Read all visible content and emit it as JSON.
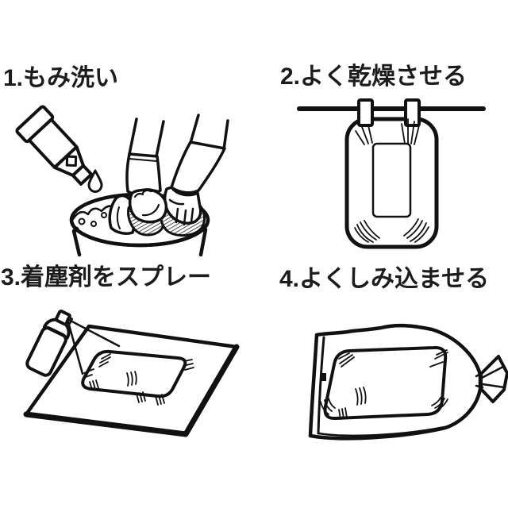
{
  "canvas": {
    "background": "#ffffff",
    "line_color": "#111111",
    "text_color": "#1c1c1c"
  },
  "steps": [
    {
      "number": "1",
      "label": "1.もみ洗い",
      "icon": "tub-wash-icon"
    },
    {
      "number": "2",
      "label": "2.よく乾燥させる",
      "icon": "hang-dry-icon"
    },
    {
      "number": "3",
      "label": "3.着塵剤をスプレー",
      "icon": "spray-pad-icon"
    },
    {
      "number": "4",
      "label": "4.よくしみ込ませる",
      "icon": "pad-in-bag-icon"
    }
  ]
}
